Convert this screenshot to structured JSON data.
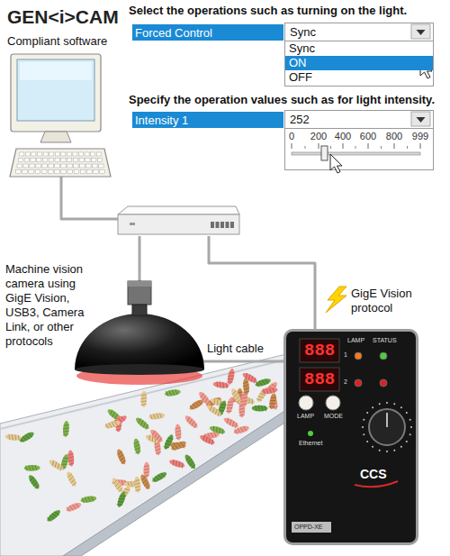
{
  "diagram": {
    "nodes": [
      {
        "text": [
          "Forced Control"
        ]
      },
      {
        "text": [
          "Sync"
        ]
      },
      {
        "text": [
          "Sync",
          "ON",
          "OFF"
        ]
      },
      {
        "text": [
          "Intensity 1"
        ]
      },
      {
        "text": [
          "252"
        ]
      },
      {
        "text": [
          "0",
          "200",
          "400",
          "600",
          "800",
          "999"
        ]
      },
      {
        "text": [
          "888",
          "888",
          "LAMP",
          "STATUS",
          "1",
          "2",
          "LAMP",
          "MODE",
          "Ethernet",
          "CCS",
          "OPPD-XE"
        ]
      }
    ],
    "labels": [
      "GEN<i>CAM",
      "Compliant software",
      "Select the operations such as turning on the light.",
      "Specify the operation values such as for light intensity.",
      "Machine vision camera using GigE Vision, USB3, Camera Link, or other protocols",
      "Light cable",
      "GigE Vision protocol"
    ]
  }
}
